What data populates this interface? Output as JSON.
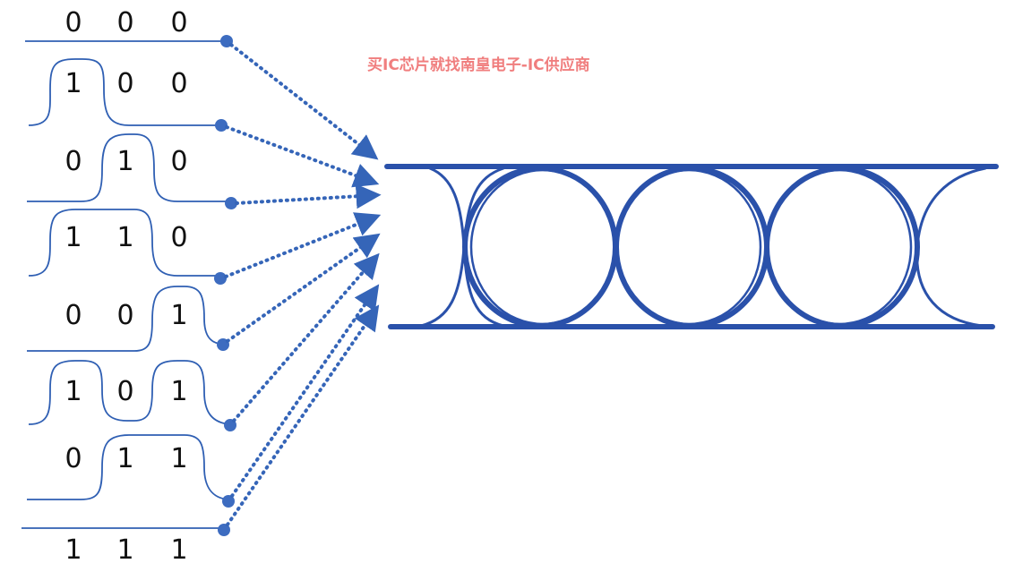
{
  "watermark": "买IC芯片就找南皇电子-IC供应商",
  "colors": {
    "waveform": "#2f5fb3",
    "dot": "#3d6cc0",
    "arrow": "#3565b8",
    "eye": "#2a51aa",
    "watermark": "#f07e7e"
  },
  "patterns": [
    {
      "bits": [
        "0",
        "0",
        "0"
      ]
    },
    {
      "bits": [
        "1",
        "0",
        "0"
      ]
    },
    {
      "bits": [
        "0",
        "1",
        "0"
      ]
    },
    {
      "bits": [
        "1",
        "1",
        "0"
      ]
    },
    {
      "bits": [
        "0",
        "0",
        "1"
      ]
    },
    {
      "bits": [
        "1",
        "0",
        "1"
      ]
    },
    {
      "bits": [
        "0",
        "1",
        "1"
      ]
    },
    {
      "bits": [
        "1",
        "1",
        "1"
      ]
    }
  ]
}
